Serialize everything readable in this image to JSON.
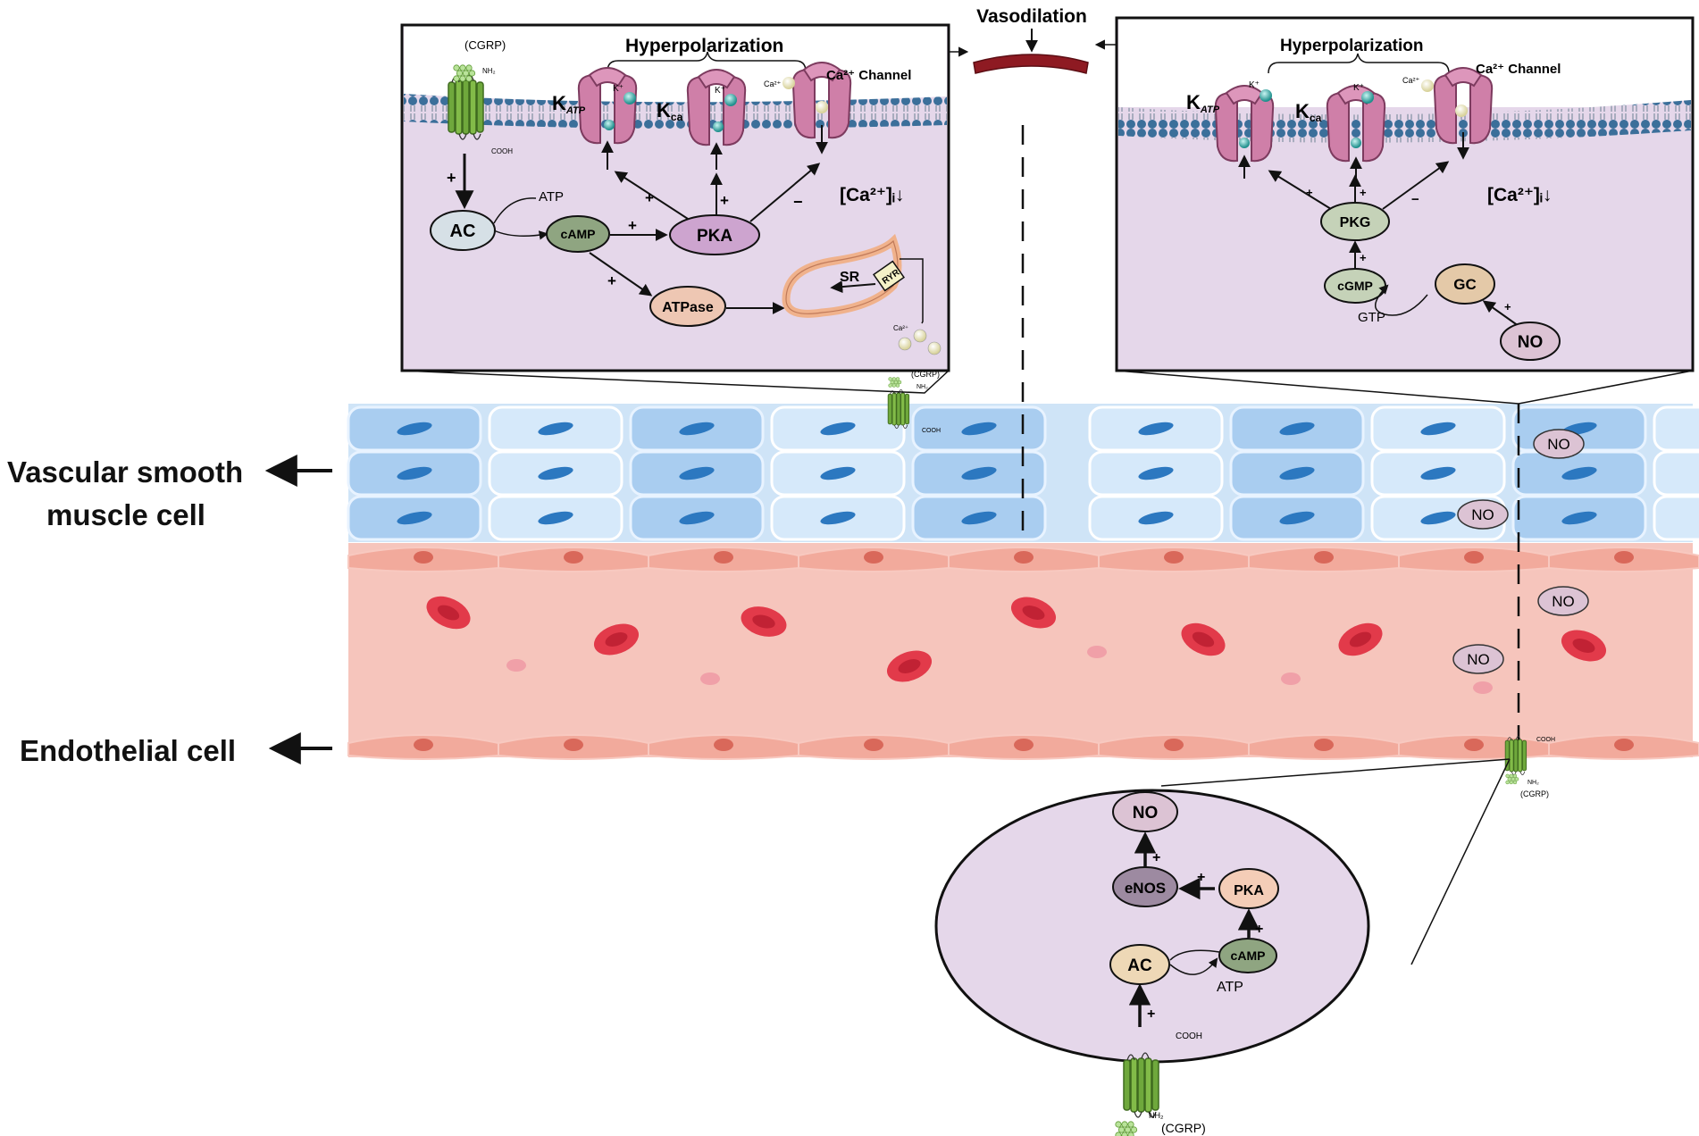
{
  "title": "Vasodilation",
  "colors": {
    "panel_fill": "#e5d7ea",
    "smooth_muscle": "#9fc6ec",
    "lumen": "#f6c5bc",
    "endothelium": "#f2aa9c",
    "rbc": "#e23a4a",
    "channel": "#cf7fa8",
    "receptor": "#6fa83c",
    "vessel_arc": "#8e1a22"
  },
  "left_panel": {
    "hyperpolarization": "Hyperpolarization",
    "cgrp": "(CGRP)",
    "nh2": "NH₂",
    "cooh": "COOH",
    "k_atp": "K",
    "k_atp_sub": "ATP",
    "k_ca": "K",
    "k_ca_sub": "ca",
    "ca_channel": "Ca²⁺ Channel",
    "k_ion": "K⁺",
    "ca_ion": "Ca²⁺",
    "ca_conc": "[Ca²⁺]ᵢ↓",
    "ac": "AC",
    "atp": "ATP",
    "camp": "cAMP",
    "pka": "PKA",
    "atpase": "ATPase",
    "sr": "SR",
    "ryr": "RYR",
    "plus": "+",
    "minus": "−"
  },
  "right_panel": {
    "hyperpolarization": "Hyperpolarization",
    "k_atp": "K",
    "k_atp_sub": "ATP",
    "k_ca": "K",
    "k_ca_sub": "ca",
    "ca_channel": "Ca²⁺ Channel",
    "k_ion": "K⁺",
    "ca_ion": "Ca²⁺",
    "ca_conc": "[Ca²⁺]ᵢ↓",
    "pkg": "PKG",
    "cgmp": "cGMP",
    "gc": "GC",
    "gtp": "GTP",
    "no": "NO",
    "plus": "+",
    "minus": "−"
  },
  "labels": {
    "vsmc_line1": "Vascular smooth",
    "vsmc_line2": "muscle cell",
    "endothelial": "Endothelial cell",
    "no": "NO",
    "cgrp": "(CGRP)",
    "cooh": "COOH",
    "nh2": "NH₂"
  },
  "bottom_panel": {
    "no": "NO",
    "enos": "eNOS",
    "pka": "PKA",
    "ac": "AC",
    "camp": "cAMP",
    "atp": "ATP",
    "cgrp": "(CGRP)",
    "cooh": "COOH",
    "nh2": "NH₂",
    "plus": "+"
  }
}
